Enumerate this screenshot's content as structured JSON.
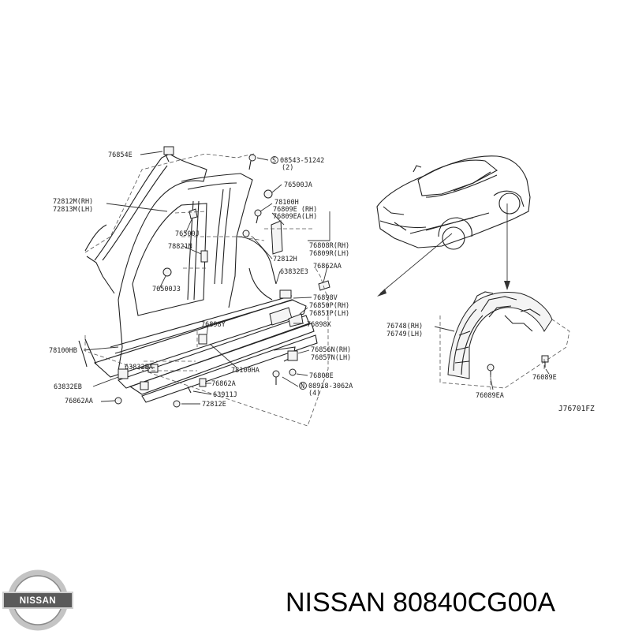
{
  "diagram": {
    "labels": {
      "l76854E": "76854E",
      "l08543": "08543-51242",
      "l08543q": "(2)",
      "l76500JA": "76500JA",
      "l72812M": "72812M(RH)",
      "l72813M": "72813M(LH)",
      "l78100H": "78100H",
      "l76809E": "76809E (RH)",
      "l76809EA": "76809EA(LH)",
      "l76500J": "76500J",
      "l76808R": "76808R(RH)",
      "l76809R": "76809R(LH)",
      "l78821N": "78821N",
      "l72812H": "72812H",
      "l63832E3": "63832E3",
      "l76862AA_top": "76862AA",
      "l76500J3": "76500J3",
      "l76898V": "76898V",
      "l76850P": "76850P(RH)",
      "l76851P": "76851P(LH)",
      "l76898Y": "76898Y",
      "l76898X": "76898X",
      "l78100HB": "78100HB",
      "l76856N": "76856N(RH)",
      "l76857N": "76857N(LH)",
      "l63832EA": "63832EA",
      "l78100HA": "78100HA",
      "l76808E": "76808E",
      "l63832EB": "63832EB",
      "l76862A": "76862A",
      "l08918": "08918-3062A",
      "l08918q": "(4)",
      "l63911J": "63911J",
      "l76862AA_bot": "76862AA",
      "l72812E": "72812E",
      "l76748": "76748(RH)",
      "l76749": "76749(LH)",
      "l76089E": "76089E",
      "l76089EA": "76089EA"
    },
    "reference_code": "J76701FZ"
  },
  "footer": {
    "logo_text": "NISSAN",
    "part_title": "NISSAN 80840CG00A"
  },
  "colors": {
    "line": "#333333",
    "text": "#222222",
    "logo_silver": "#b8b8b8",
    "logo_bar": "#5a5a5a"
  }
}
